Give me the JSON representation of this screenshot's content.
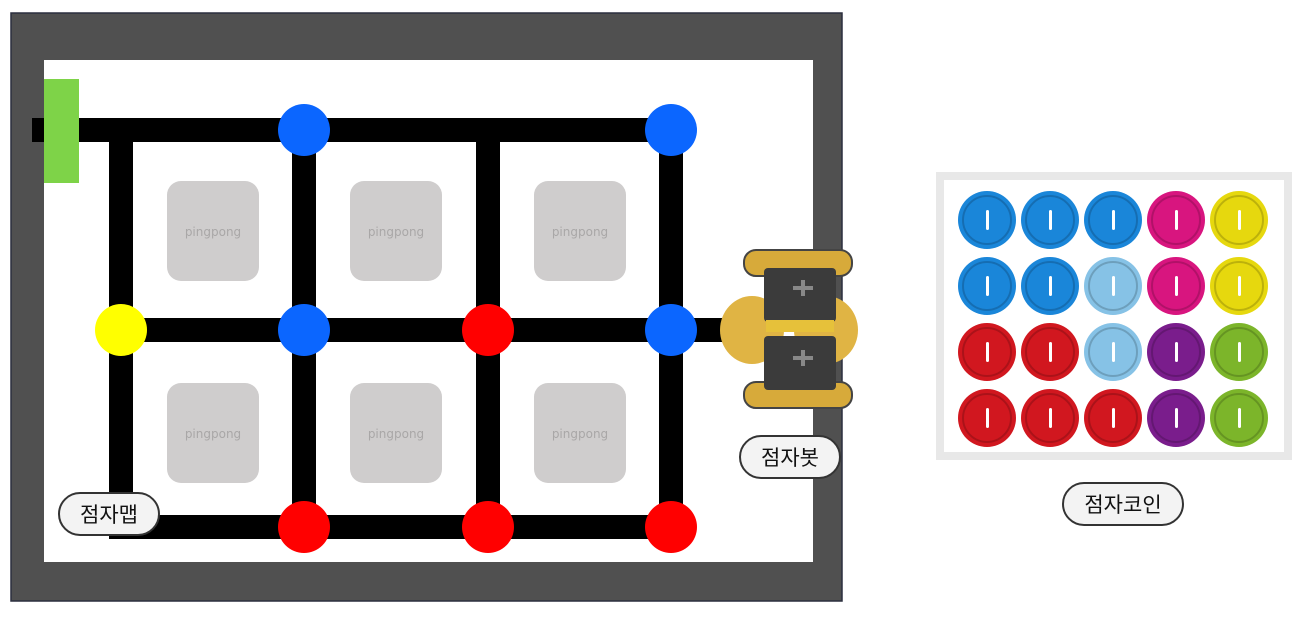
{
  "colors": {
    "frame": "#505050",
    "board": "#ffffff",
    "track": "#000000",
    "start_marker": "#7ed348",
    "node_blue": "#0b66ff",
    "node_red": "#ff0000",
    "node_yellow": "#ffff00",
    "tile": "#cfcdcd",
    "tile_text": "#a9a7a7"
  },
  "map": {
    "tile_text": "pingpong",
    "nodes": [
      {
        "col": 1,
        "row": 0,
        "color": "blue"
      },
      {
        "col": 3,
        "row": 0,
        "color": "blue"
      },
      {
        "col": 0,
        "row": 1,
        "color": "yellow"
      },
      {
        "col": 1,
        "row": 1,
        "color": "blue"
      },
      {
        "col": 2,
        "row": 1,
        "color": "red"
      },
      {
        "col": 3,
        "row": 1,
        "color": "blue"
      },
      {
        "col": 1,
        "row": 2,
        "color": "red"
      },
      {
        "col": 2,
        "row": 2,
        "color": "red"
      },
      {
        "col": 3,
        "row": 2,
        "color": "red"
      }
    ]
  },
  "labels": {
    "map": "점자맵",
    "bot": "점자봇",
    "coin": "점자코인"
  },
  "coins": {
    "rows": [
      [
        "#1a86d9",
        "#1a86d9",
        "#1a86d9",
        "#d8157f",
        "#e6d80e"
      ],
      [
        "#1a86d9",
        "#1a86d9",
        "#86c2e6",
        "#d8157f",
        "#e6d80e"
      ],
      [
        "#d1171f",
        "#d1171f",
        "#86c2e6",
        "#7a1d8c",
        "#7cb52a"
      ],
      [
        "#d1171f",
        "#d1171f",
        "#d1171f",
        "#7a1d8c",
        "#7cb52a"
      ]
    ]
  }
}
